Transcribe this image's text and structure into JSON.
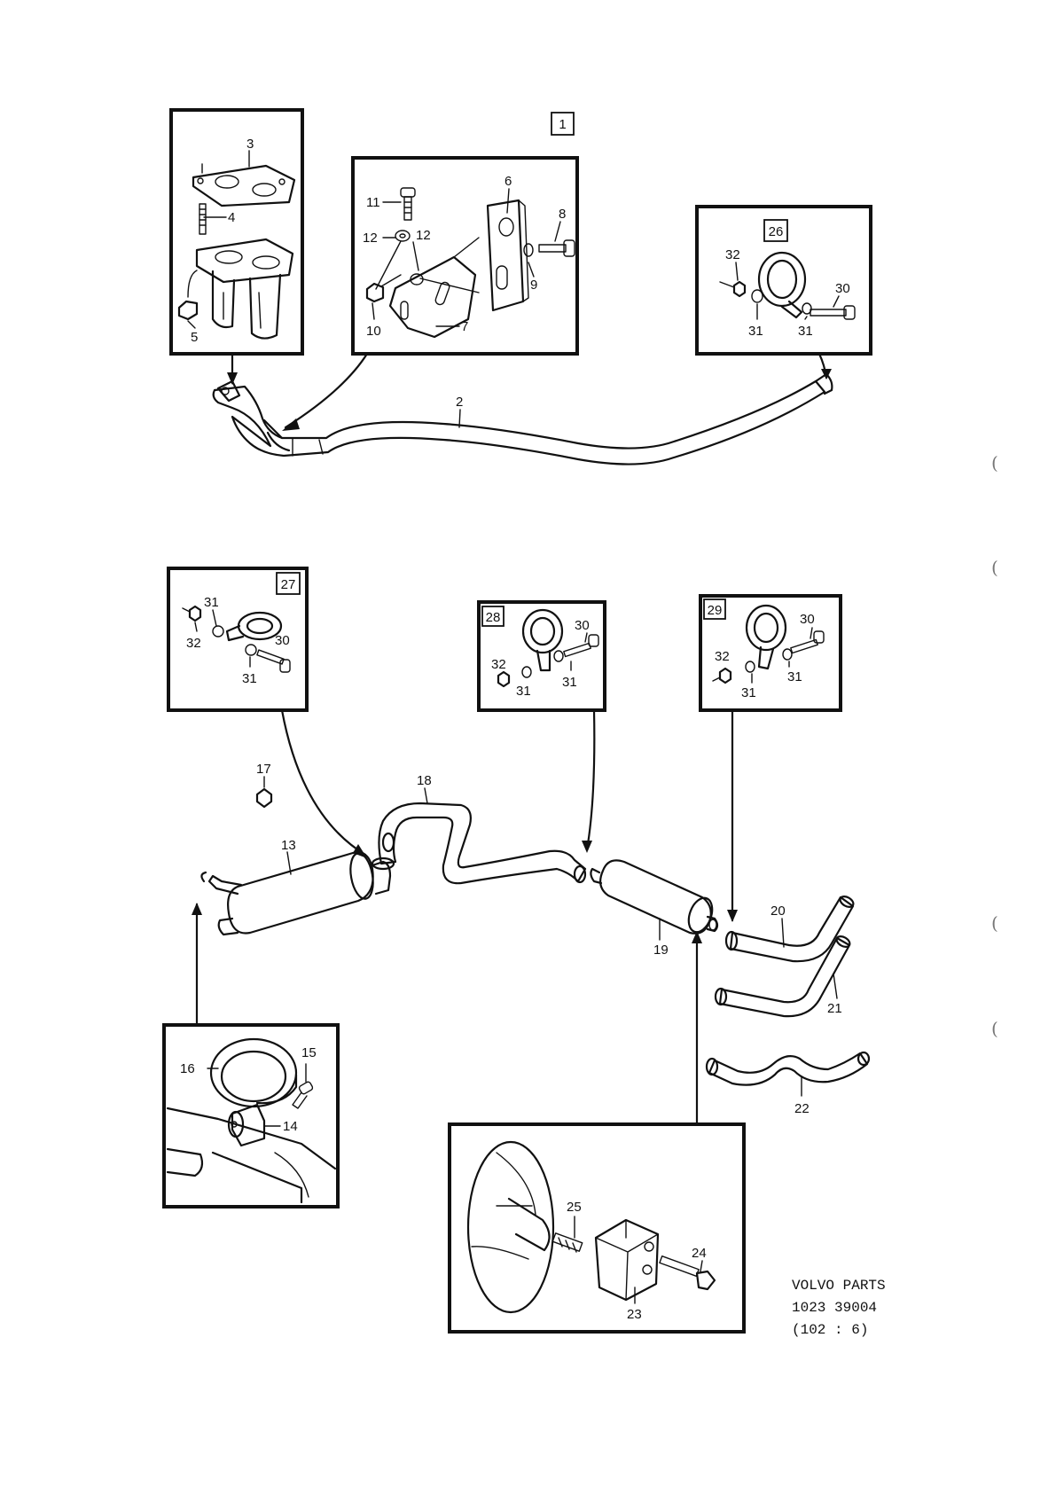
{
  "reference_boxes": {
    "main": "1",
    "clamp_a": "26",
    "clamp_b": "27",
    "clamp_c": "28",
    "clamp_d": "29"
  },
  "labels": {
    "n2": "2",
    "n3": "3",
    "n4": "4",
    "n5": "5",
    "n6": "6",
    "n7": "7",
    "n8": "8",
    "n9": "9",
    "n10": "10",
    "n11": "11",
    "n12a": "12",
    "n12b": "12",
    "n13": "13",
    "n14": "14",
    "n15": "15",
    "n16": "16",
    "n17": "17",
    "n18": "18",
    "n19": "19",
    "n20": "20",
    "n21": "21",
    "n22": "22",
    "n23": "23",
    "n24": "24",
    "n25": "25",
    "b26_30": "30",
    "b26_31a": "31",
    "b26_31b": "31",
    "b26_32": "32",
    "b27_30": "30",
    "b27_31a": "31",
    "b27_31b": "31",
    "b27_32": "32",
    "b28_30": "30",
    "b28_31a": "31",
    "b28_31b": "31",
    "b28_32": "32",
    "b29_30": "30",
    "b29_31a": "31",
    "b29_31b": "31",
    "b29_32": "32"
  },
  "footer": {
    "line1": "VOLVO PARTS",
    "line2": "1023  39004",
    "line3": "(102 : 6)"
  },
  "margin_marks": [
    "(",
    "(",
    "(",
    "("
  ]
}
